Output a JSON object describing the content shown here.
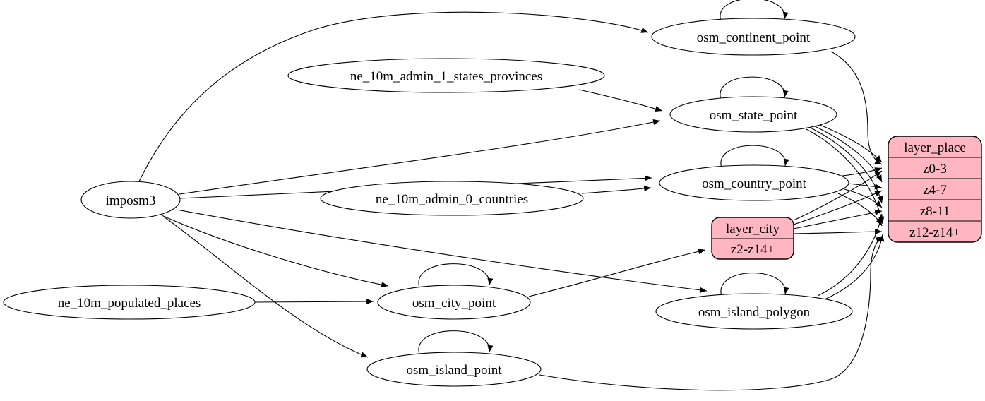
{
  "diagram": {
    "kind": "etl-graph",
    "background": "#ffffff"
  },
  "colors": {
    "table_fill": "#ffffff",
    "layer_fill": "#ffb6c1",
    "stroke": "#000000"
  },
  "nodes": {
    "imposm3": {
      "label": "imposm3",
      "shape": "ellipse"
    },
    "ne_states": {
      "label": "ne_10m_admin_1_states_provinces",
      "shape": "ellipse"
    },
    "ne_countries": {
      "label": "ne_10m_admin_0_countries",
      "shape": "ellipse"
    },
    "ne_populated": {
      "label": "ne_10m_populated_places",
      "shape": "ellipse"
    },
    "continent": {
      "label": "osm_continent_point",
      "shape": "ellipse"
    },
    "state": {
      "label": "osm_state_point",
      "shape": "ellipse"
    },
    "country": {
      "label": "osm_country_point",
      "shape": "ellipse"
    },
    "city": {
      "label": "osm_city_point",
      "shape": "ellipse"
    },
    "island_polygon": {
      "label": "osm_island_polygon",
      "shape": "ellipse"
    },
    "island_point": {
      "label": "osm_island_point",
      "shape": "ellipse"
    }
  },
  "records": {
    "layer_city": {
      "title": "layer_city",
      "rows": [
        "z2-z14+"
      ]
    },
    "layer_place": {
      "title": "layer_place",
      "rows": [
        "z0-3",
        "z4-7",
        "z8-11",
        "z12-z14+"
      ]
    }
  },
  "edges": [
    {
      "from": "imposm3",
      "to": "osm_continent_point"
    },
    {
      "from": "imposm3",
      "to": "osm_state_point"
    },
    {
      "from": "imposm3",
      "to": "osm_country_point"
    },
    {
      "from": "imposm3",
      "to": "osm_city_point"
    },
    {
      "from": "imposm3",
      "to": "osm_island_polygon"
    },
    {
      "from": "imposm3",
      "to": "osm_island_point"
    },
    {
      "from": "ne_10m_admin_1_states_provinces",
      "to": "osm_state_point"
    },
    {
      "from": "ne_10m_admin_0_countries",
      "to": "osm_country_point"
    },
    {
      "from": "ne_10m_populated_places",
      "to": "osm_city_point"
    },
    {
      "from": "osm_continent_point",
      "to": "osm_continent_point"
    },
    {
      "from": "osm_state_point",
      "to": "osm_state_point"
    },
    {
      "from": "osm_country_point",
      "to": "osm_country_point"
    },
    {
      "from": "osm_city_point",
      "to": "osm_city_point"
    },
    {
      "from": "osm_island_polygon",
      "to": "osm_island_polygon"
    },
    {
      "from": "osm_island_point",
      "to": "osm_island_point"
    },
    {
      "from": "osm_continent_point",
      "to": "layer_place:z0-3"
    },
    {
      "from": "osm_state_point",
      "to": "layer_place:z0-3"
    },
    {
      "from": "osm_state_point",
      "to": "layer_place:z4-7"
    },
    {
      "from": "osm_state_point",
      "to": "layer_place:z8-11"
    },
    {
      "from": "osm_state_point",
      "to": "layer_place:z12-z14+"
    },
    {
      "from": "osm_country_point",
      "to": "layer_place:z0-3"
    },
    {
      "from": "osm_country_point",
      "to": "layer_place:z4-7"
    },
    {
      "from": "osm_country_point",
      "to": "layer_place:z8-11"
    },
    {
      "from": "osm_country_point",
      "to": "layer_place:z12-z14+"
    },
    {
      "from": "osm_city_point",
      "to": "layer_city:z2-z14+"
    },
    {
      "from": "layer_city:z2-z14+",
      "to": "layer_place:z0-3"
    },
    {
      "from": "layer_city:z2-z14+",
      "to": "layer_place:z4-7"
    },
    {
      "from": "layer_city:z2-z14+",
      "to": "layer_place:z8-11"
    },
    {
      "from": "layer_city:z2-z14+",
      "to": "layer_place:z12-z14+"
    },
    {
      "from": "osm_island_polygon",
      "to": "layer_place:z8-11"
    },
    {
      "from": "osm_island_polygon",
      "to": "layer_place:z12-z14+"
    },
    {
      "from": "osm_island_point",
      "to": "layer_place:z12-z14+"
    }
  ]
}
